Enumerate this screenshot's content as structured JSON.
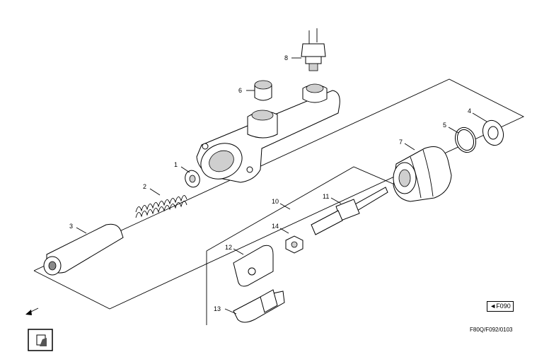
{
  "callouts": {
    "p1": "1",
    "p2": "2",
    "p3": "3",
    "p4": "4",
    "p5": "5",
    "p6": "6",
    "p7": "7",
    "p8": "8",
    "p10": "10",
    "p11": "11",
    "p12": "12",
    "p13": "13",
    "p14": "14"
  },
  "figure_ref": "◄F090",
  "drawing_code": "F80Q/F092/0103"
}
